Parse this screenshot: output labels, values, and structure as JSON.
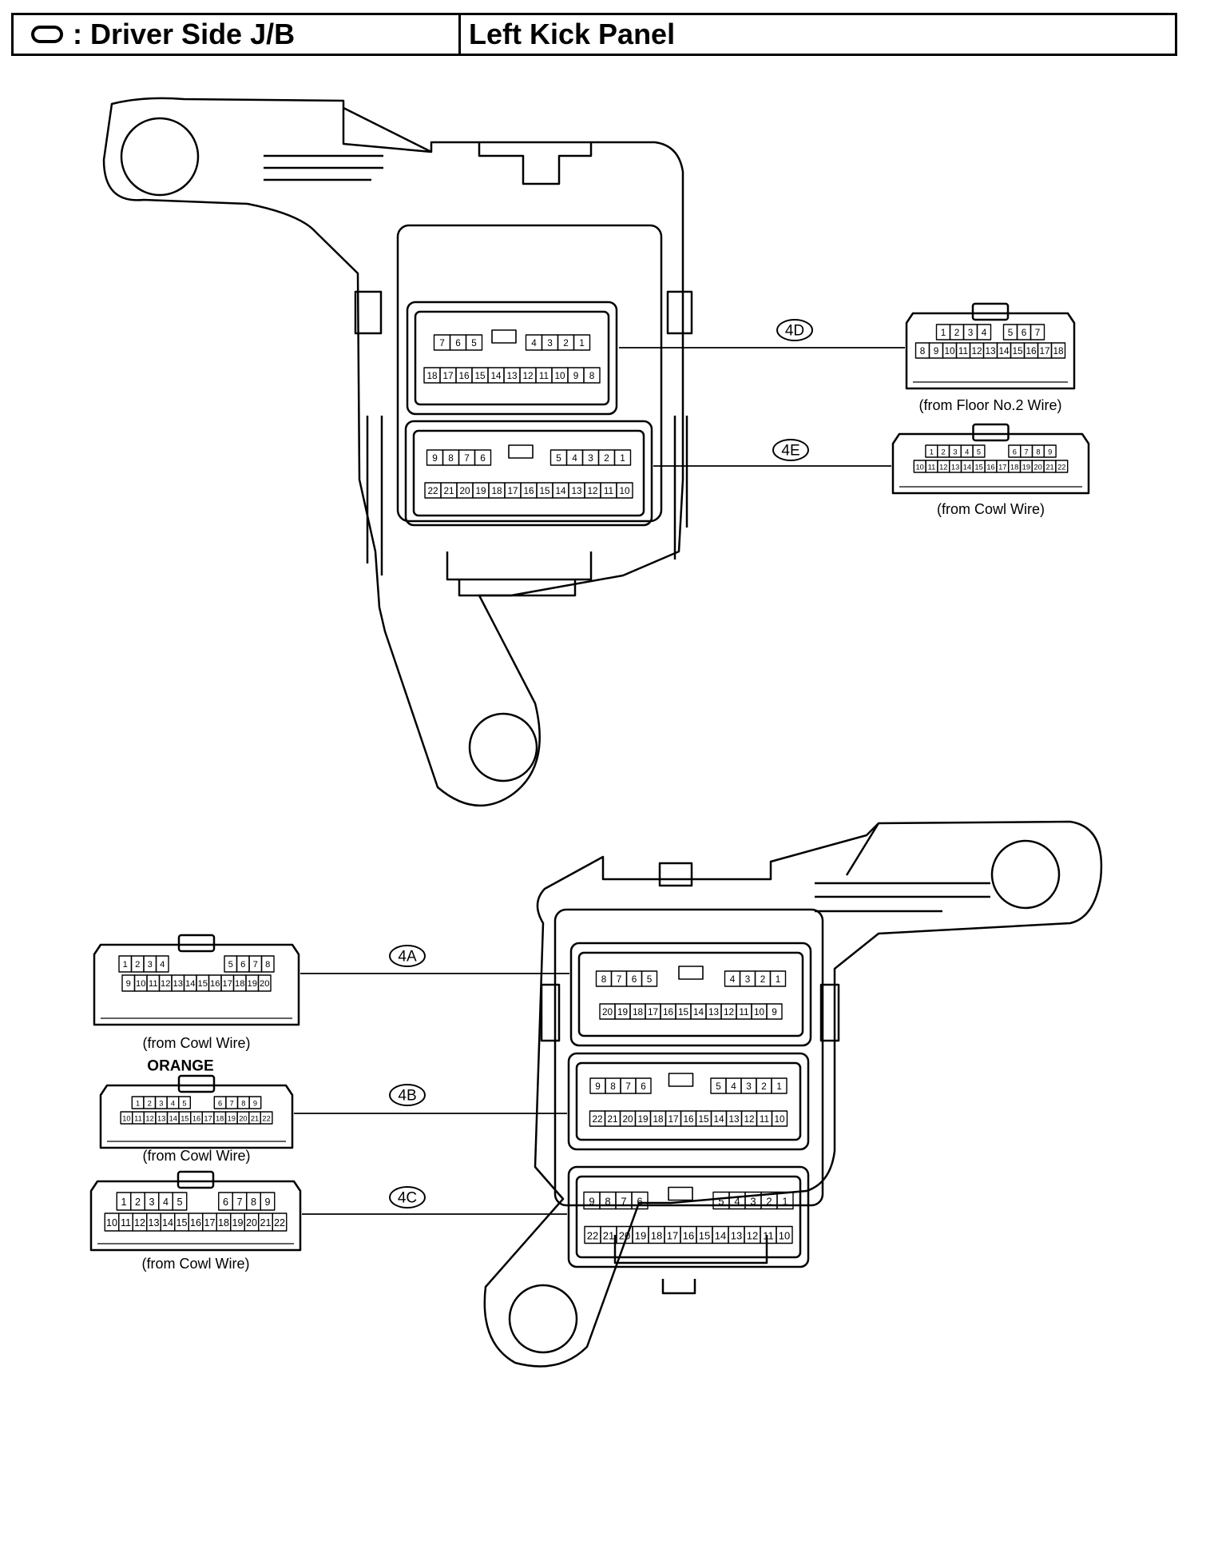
{
  "header": {
    "symbol_icon": "oval-symbol-icon",
    "junction_block": ": Driver Side J/B",
    "location": "Left Kick Panel"
  },
  "connectors": [
    {
      "id": "4D",
      "source": "(from Floor No.2 Wire)",
      "top_row": [
        "1",
        "2",
        "3",
        "4",
        "5",
        "6",
        "7"
      ],
      "bottom_row": [
        "8",
        "9",
        "10",
        "11",
        "12",
        "13",
        "14",
        "15",
        "16",
        "17",
        "18"
      ],
      "jb_top_row": [
        "7",
        "6",
        "5",
        "4",
        "3",
        "2",
        "1"
      ],
      "jb_bottom_row": [
        "18",
        "17",
        "16",
        "15",
        "14",
        "13",
        "12",
        "11",
        "10",
        "9",
        "8"
      ]
    },
    {
      "id": "4E",
      "source": "(from Cowl Wire)",
      "top_row": [
        "1",
        "2",
        "3",
        "4",
        "5",
        "6",
        "7",
        "8",
        "9"
      ],
      "bottom_row": [
        "10",
        "11",
        "12",
        "13",
        "14",
        "15",
        "16",
        "17",
        "18",
        "19",
        "20",
        "21",
        "22"
      ],
      "jb_top_row": [
        "9",
        "8",
        "7",
        "6",
        "5",
        "4",
        "3",
        "2",
        "1"
      ],
      "jb_bottom_row": [
        "22",
        "21",
        "20",
        "19",
        "18",
        "17",
        "16",
        "15",
        "14",
        "13",
        "12",
        "11",
        "10"
      ]
    },
    {
      "id": "4A",
      "source": "(from Cowl Wire)",
      "top_row": [
        "1",
        "2",
        "3",
        "4",
        "5",
        "6",
        "7",
        "8"
      ],
      "bottom_row": [
        "9",
        "10",
        "11",
        "12",
        "13",
        "14",
        "15",
        "16",
        "17",
        "18",
        "19",
        "20"
      ],
      "jb_top_row": [
        "8",
        "7",
        "6",
        "5",
        "4",
        "3",
        "2",
        "1"
      ],
      "jb_bottom_row": [
        "20",
        "19",
        "18",
        "17",
        "16",
        "15",
        "14",
        "13",
        "12",
        "11",
        "10",
        "9"
      ]
    },
    {
      "id": "4B",
      "color_label": "ORANGE",
      "source": "(from Cowl Wire)",
      "top_row": [
        "1",
        "2",
        "3",
        "4",
        "5",
        "6",
        "7",
        "8",
        "9"
      ],
      "bottom_row": [
        "10",
        "11",
        "12",
        "13",
        "14",
        "15",
        "16",
        "17",
        "18",
        "19",
        "20",
        "21",
        "22"
      ],
      "jb_top_row": [
        "9",
        "8",
        "7",
        "6",
        "5",
        "4",
        "3",
        "2",
        "1"
      ],
      "jb_bottom_row": [
        "22",
        "21",
        "20",
        "19",
        "18",
        "17",
        "16",
        "15",
        "14",
        "13",
        "12",
        "11",
        "10"
      ]
    },
    {
      "id": "4C",
      "source": "(from Cowl Wire)",
      "top_row": [
        "1",
        "2",
        "3",
        "4",
        "5",
        "6",
        "7",
        "8",
        "9"
      ],
      "bottom_row": [
        "10",
        "11",
        "12",
        "13",
        "14",
        "15",
        "16",
        "17",
        "18",
        "19",
        "20",
        "21",
        "22"
      ],
      "jb_top_row": [
        "9",
        "8",
        "7",
        "6",
        "5",
        "4",
        "3",
        "2",
        "1"
      ],
      "jb_bottom_row": [
        "22",
        "21",
        "20",
        "19",
        "18",
        "17",
        "16",
        "15",
        "14",
        "13",
        "12",
        "11",
        "10"
      ]
    }
  ]
}
